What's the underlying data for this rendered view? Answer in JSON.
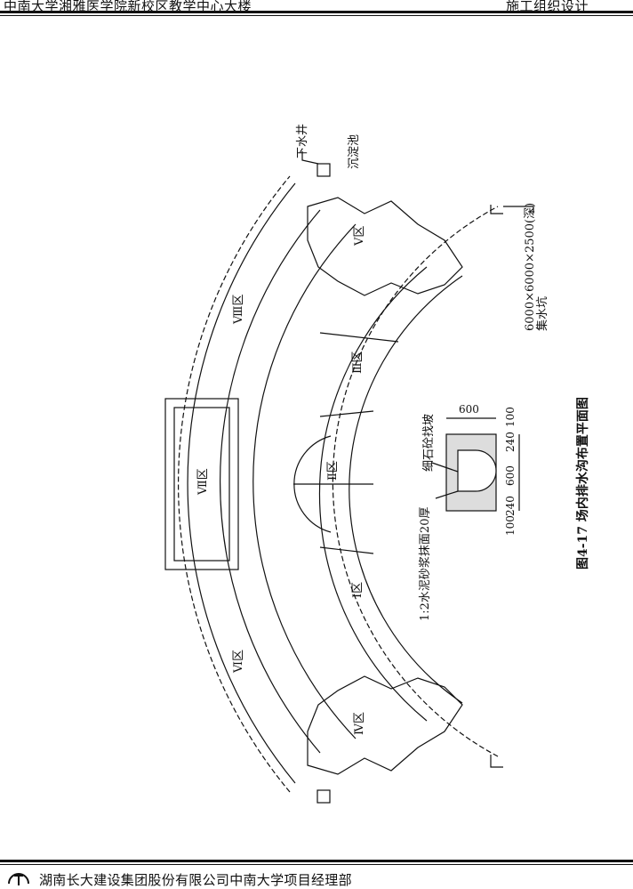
{
  "header": {
    "left_title": "中南大学湘雅医学院新校区教学中心大楼",
    "right_title": "施工组织设计"
  },
  "footer": {
    "company": "湖南长大建设集团股份有限公司中南大学项目经理部"
  },
  "figure": {
    "caption": "图4-17 场内排水沟布置平面图",
    "zones": {
      "z1": "Ⅰ区",
      "z2": "Ⅱ区",
      "z3": "Ⅲ区",
      "z4": "Ⅳ区",
      "z5": "Ⅴ区",
      "z6": "Ⅵ区",
      "z7": "Ⅶ区",
      "z8": "Ⅷ区"
    },
    "labels": {
      "manhole": "下水井",
      "settling_tank": "沉淀池",
      "sump_dims": "6000×6000×2500(深)",
      "sump": "集水坑"
    },
    "section_detail": {
      "mortar_note": "1:2水泥砂浆抹面20厚",
      "slope_note": "细石砼找坡",
      "top_dim": "600",
      "bottom_dims": [
        "100",
        "240",
        "600",
        "240",
        "100"
      ]
    }
  }
}
